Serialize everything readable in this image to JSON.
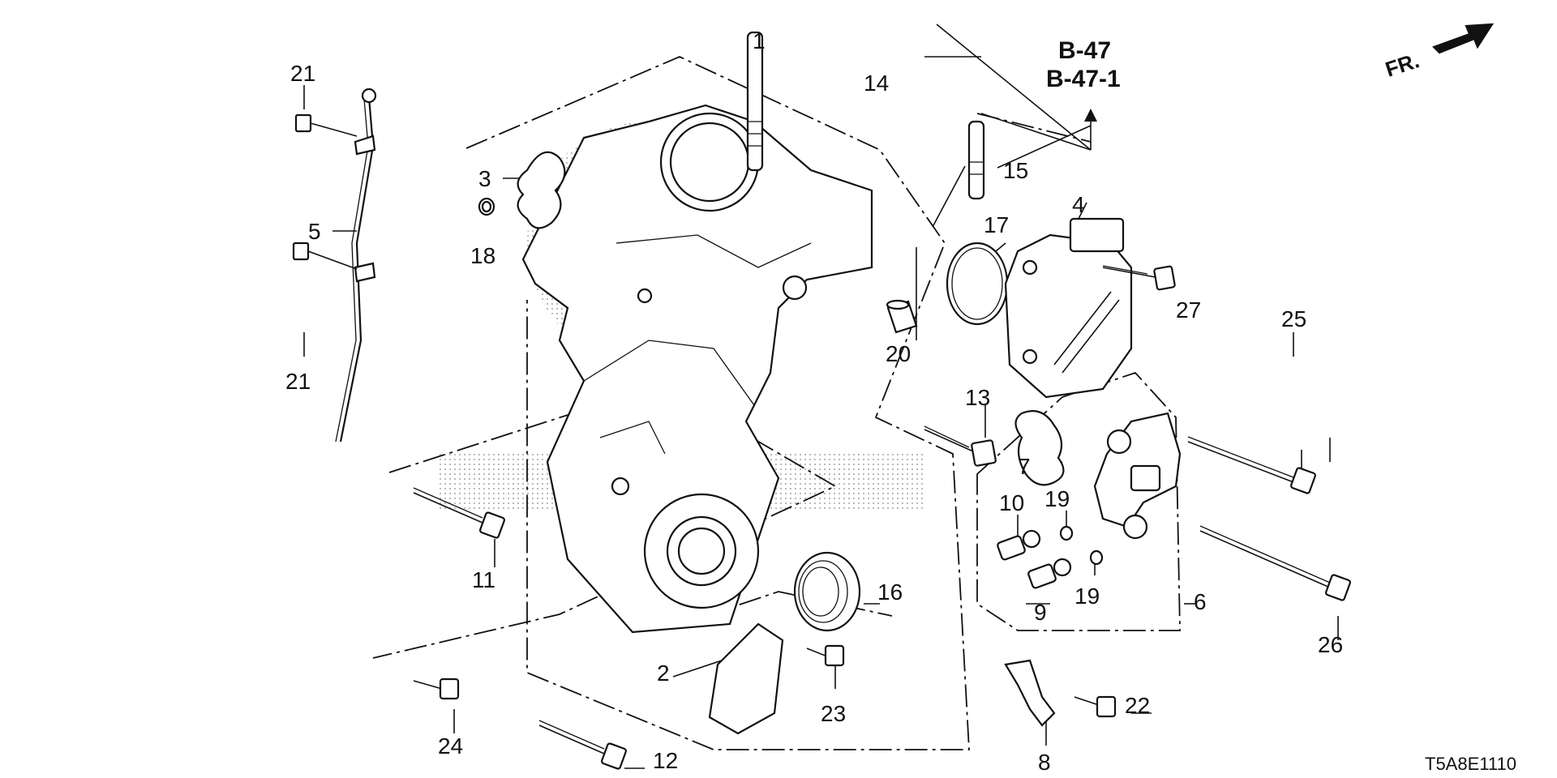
{
  "diagram_code": "T5A8E1110",
  "direction_label": "FR.",
  "references": [
    "B-47",
    "B-47-1"
  ],
  "callouts": {
    "p1": "1",
    "p2": "2",
    "p3": "3",
    "p4": "4",
    "p5": "5",
    "p6": "6",
    "p7": "7",
    "p8": "8",
    "p9": "9",
    "p10": "10",
    "p11": "11",
    "p12": "12",
    "p13": "13",
    "p14": "14",
    "p15": "15",
    "p16": "16",
    "p17": "17",
    "p18": "18",
    "p19a": "19",
    "p19b": "19",
    "p20": "20",
    "p21a": "21",
    "p21b": "21",
    "p22": "22",
    "p23": "23",
    "p24": "24",
    "p25": "25",
    "p26": "26",
    "p27": "27"
  }
}
